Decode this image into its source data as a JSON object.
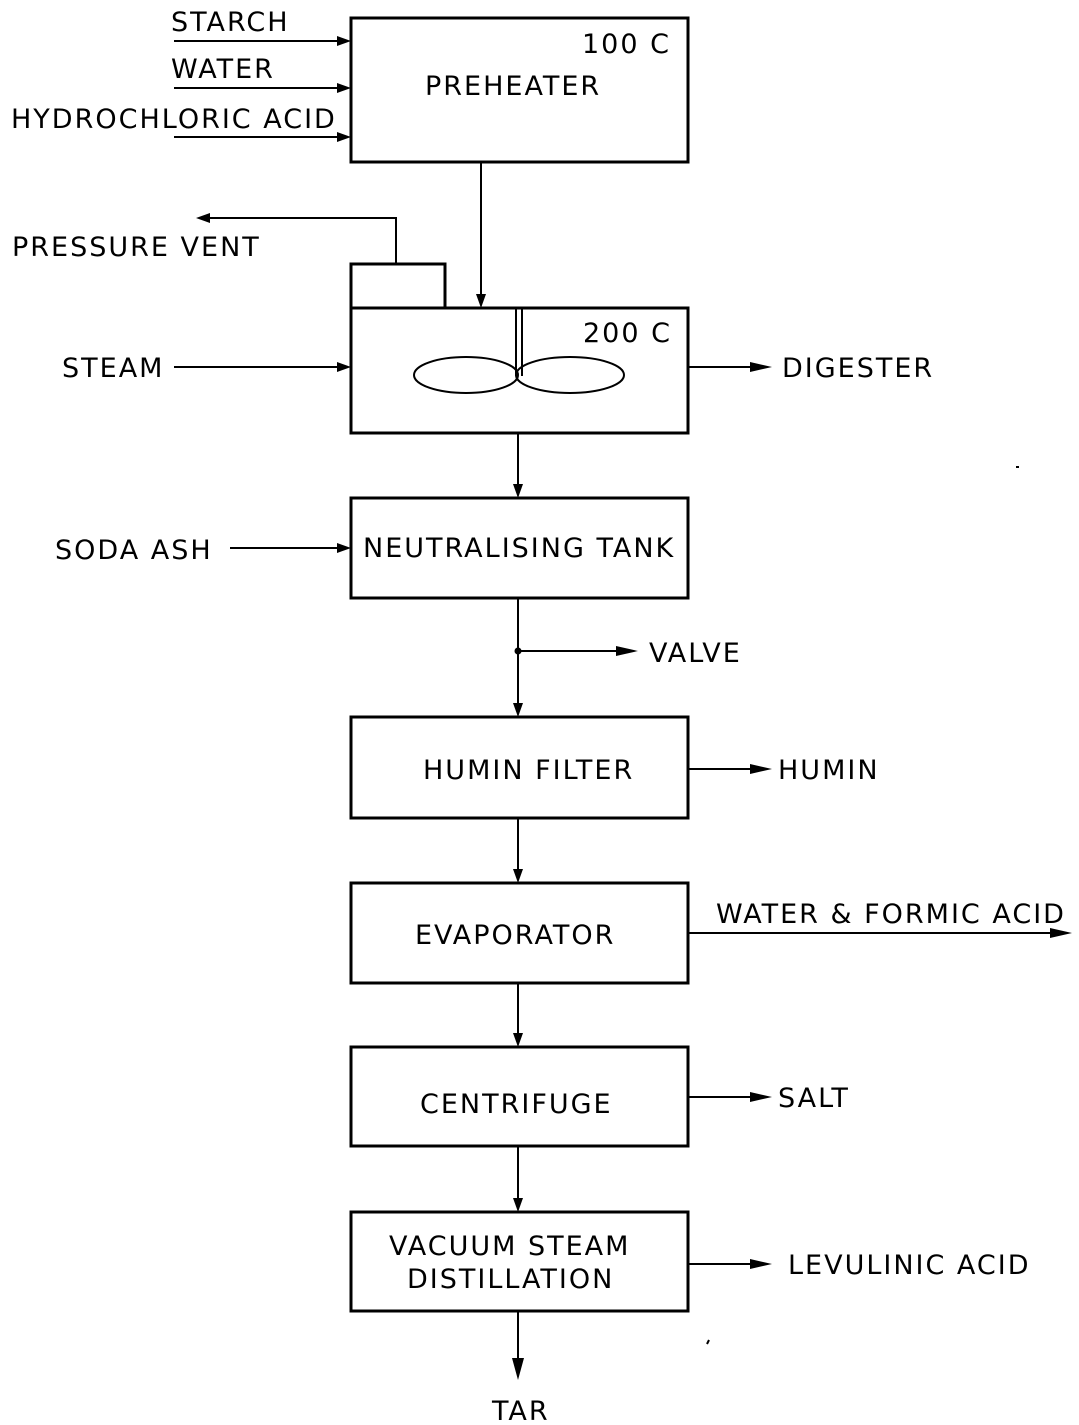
{
  "inputs": {
    "starch": "STARCH",
    "water": "WATER",
    "hcl": "HYDROCHLORIC ACID",
    "steam": "STEAM",
    "soda_ash": "SODA ASH"
  },
  "units": {
    "preheater": {
      "label": "PREHEATER",
      "temp": "100 C"
    },
    "digester": {
      "temp": "200 C"
    },
    "neutralising_tank": "NEUTRALISING TANK",
    "humin_filter": "HUMIN FILTER",
    "evaporator": "EVAPORATOR",
    "centrifuge": "CENTRIFUGE",
    "distillation": {
      "line1": "VACUUM STEAM",
      "line2": "DISTILLATION"
    }
  },
  "outputs": {
    "pressure_vent": "PRESSURE VENT",
    "digester": "DIGESTER",
    "valve": "VALVE",
    "humin": "HUMIN",
    "water_formic": "WATER & FORMIC ACID",
    "salt": "SALT",
    "levulinic": "LEVULINIC ACID",
    "tar": "TAR"
  }
}
